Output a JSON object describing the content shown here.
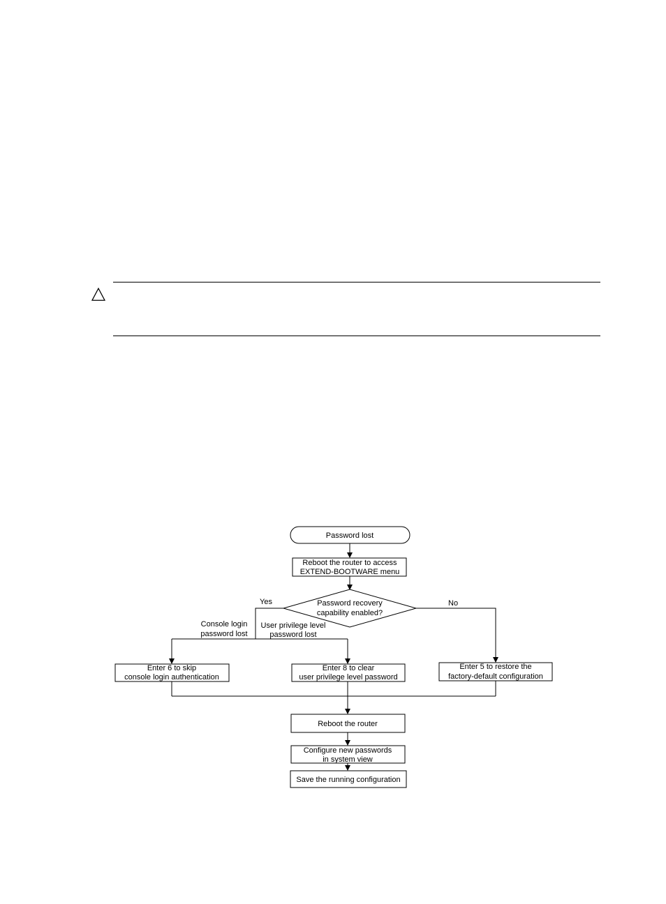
{
  "flowchart": {
    "start": "Password lost",
    "reboot_access": [
      "Reboot the router to access",
      "EXTEND-BOOTWARE menu"
    ],
    "decision": [
      "Password recovery",
      "capability enabled?"
    ],
    "yes_label": "Yes",
    "no_label": "No",
    "branch_console": [
      "Console login",
      "password lost"
    ],
    "branch_user": [
      "User privilege level",
      "password lost"
    ],
    "option_skip": [
      "Enter 6 to skip",
      "console login authentication"
    ],
    "option_clear": [
      "Enter 8 to clear",
      "user privilege level password"
    ],
    "option_restore": [
      "Enter 5 to restore the",
      "factory-default configuration"
    ],
    "reboot_router": "Reboot the router",
    "configure": [
      "Configure new passwords",
      "in system view"
    ],
    "save": "Save the running configuration"
  }
}
